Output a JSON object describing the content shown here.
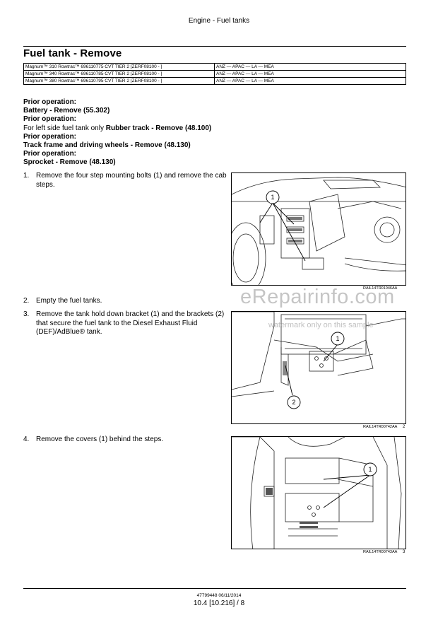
{
  "header": {
    "section": "Engine - Fuel tanks"
  },
  "title": "Fuel tank - Remove",
  "models": [
    {
      "model": "Magnum™ 310 Rowtrac™ 696110775 CVT TIER 2 [ZERF08100 - ]",
      "regions": "ANZ — APAC — LA — MEA"
    },
    {
      "model": "Magnum™ 340 Rowtrac™ 696110785 CVT TIER 2 [ZERF08100 - ]",
      "regions": "ANZ — APAC — LA — MEA"
    },
    {
      "model": "Magnum™ 380 Rowtrac™ 696110795 CVT TIER 2 [ZERF08100 - ]",
      "regions": "ANZ — APAC — LA — MEA"
    }
  ],
  "prior_operations": {
    "label": "Prior operation:",
    "op1": "Battery - Remove (55.302)",
    "op2_prefix": "For left side fuel tank only ",
    "op2_bold": "Rubber track - Remove (48.100)",
    "op3": "Track frame and driving wheels - Remove (48.130)",
    "op4": "Sprocket - Remove (48.130)"
  },
  "steps": [
    {
      "num": "1.",
      "text": "Remove the four step mounting bolts (1) and remove the cab steps."
    },
    {
      "num": "2.",
      "text": "Empty the fuel tanks."
    },
    {
      "num": "3.",
      "text": "Remove the tank hold down bracket (1) and the brackets (2) that secure the fuel tank to the Diesel Exhaust Fluid (DEF)/AdBlue® tank."
    },
    {
      "num": "4.",
      "text": "Remove the covers (1) behind the steps."
    }
  ],
  "figures": [
    {
      "code": "RAIL14TR01046AA",
      "number": "",
      "callouts": [
        "1"
      ]
    },
    {
      "code": "RAIL14TR00742AA",
      "number": "2",
      "callouts": [
        "1",
        "2"
      ]
    },
    {
      "code": "RAIL14TR00743AA",
      "number": "3",
      "callouts": [
        "1"
      ]
    }
  ],
  "watermark": {
    "site": "eRepairinfo.com",
    "note": "watermark only on this sample"
  },
  "footer": {
    "doc_code": "47799448 06/11/2014",
    "page": "10.4 [10.216] / 8"
  }
}
